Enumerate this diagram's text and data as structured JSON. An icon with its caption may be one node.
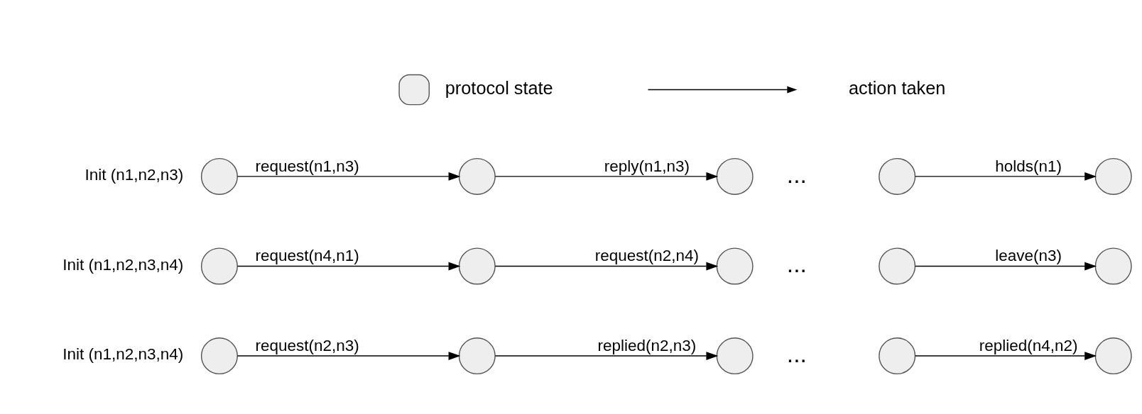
{
  "diagram": {
    "nodes": [
      {
        "text": [],
        "shape": "circle",
        "beside": [
          "Init (n1,n2,n3)"
        ]
      },
      {
        "text": [],
        "shape": "circle"
      },
      {
        "text": [],
        "shape": "circle"
      },
      {
        "text": [],
        "shape": "circle"
      },
      {
        "text": [],
        "shape": "circle"
      },
      {
        "text": [],
        "shape": "circle",
        "beside": [
          "Init (n1,n2,n3,n4)"
        ]
      },
      {
        "text": [],
        "shape": "circle"
      },
      {
        "text": [],
        "shape": "circle"
      },
      {
        "text": [],
        "shape": "circle"
      },
      {
        "text": [],
        "shape": "circle"
      },
      {
        "text": [],
        "shape": "circle",
        "beside": [
          "Init (n1,n2,n3,n4)"
        ]
      },
      {
        "text": [],
        "shape": "circle"
      },
      {
        "text": [],
        "shape": "circle"
      },
      {
        "text": [],
        "shape": "circle"
      },
      {
        "text": [],
        "shape": "circle"
      }
    ],
    "edges": [
      {
        "from": 0,
        "to": 1,
        "arrow": "to",
        "label": "request(n1,n3)"
      },
      {
        "from": 1,
        "to": 2,
        "arrow": "to",
        "label": "reply(n1,n3)"
      },
      {
        "from": 3,
        "to": 4,
        "arrow": "to",
        "label": "holds(n1)"
      },
      {
        "from": 5,
        "to": 6,
        "arrow": "to",
        "label": "request(n4,n1)"
      },
      {
        "from": 6,
        "to": 7,
        "arrow": "to",
        "label": "request(n2,n4)"
      },
      {
        "from": 8,
        "to": 9,
        "arrow": "to",
        "label": "leave(n3)"
      },
      {
        "from": 10,
        "to": 11,
        "arrow": "to",
        "label": "request(n2,n3)"
      },
      {
        "from": 11,
        "to": 12,
        "arrow": "to",
        "label": "replied(n2,n3)"
      },
      {
        "from": 13,
        "to": 14,
        "arrow": "to",
        "label": "replied(n4,n2)"
      }
    ],
    "labels": [
      "...",
      "...",
      "..."
    ],
    "legend": [
      {
        "text": "protocol state"
      },
      {
        "text": "action taken"
      }
    ]
  }
}
